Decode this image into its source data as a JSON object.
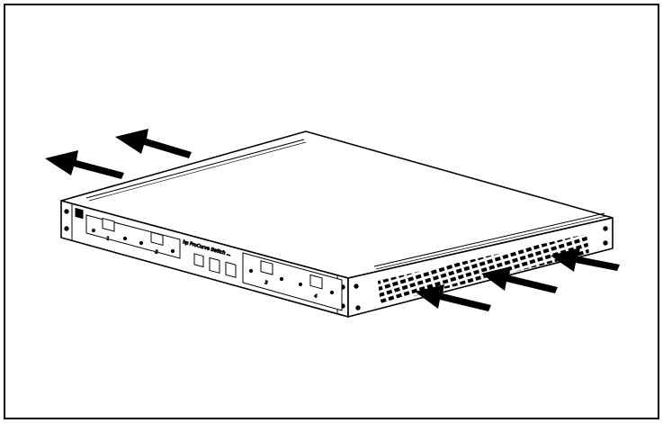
{
  "figure": {
    "kind": "line-art illustration",
    "subject": "rack-mount network switch, front and right side view",
    "colors": {
      "ink": "#000000",
      "paper": "#ffffff"
    }
  },
  "front_panel": {
    "brand_text": "hp ProCurve Switch ...",
    "port_labels": [
      "1",
      "2",
      "3",
      "4"
    ]
  },
  "arrows": [
    {
      "name": "exhaust-arrow-upper",
      "direction": "left",
      "meaning": "exhaust"
    },
    {
      "name": "exhaust-arrow-lower",
      "direction": "left",
      "meaning": "exhaust"
    },
    {
      "name": "intake-arrow-right",
      "direction": "left",
      "meaning": "intake"
    },
    {
      "name": "intake-arrow-middle",
      "direction": "left",
      "meaning": "intake"
    },
    {
      "name": "intake-arrow-left",
      "direction": "left",
      "meaning": "intake"
    }
  ]
}
